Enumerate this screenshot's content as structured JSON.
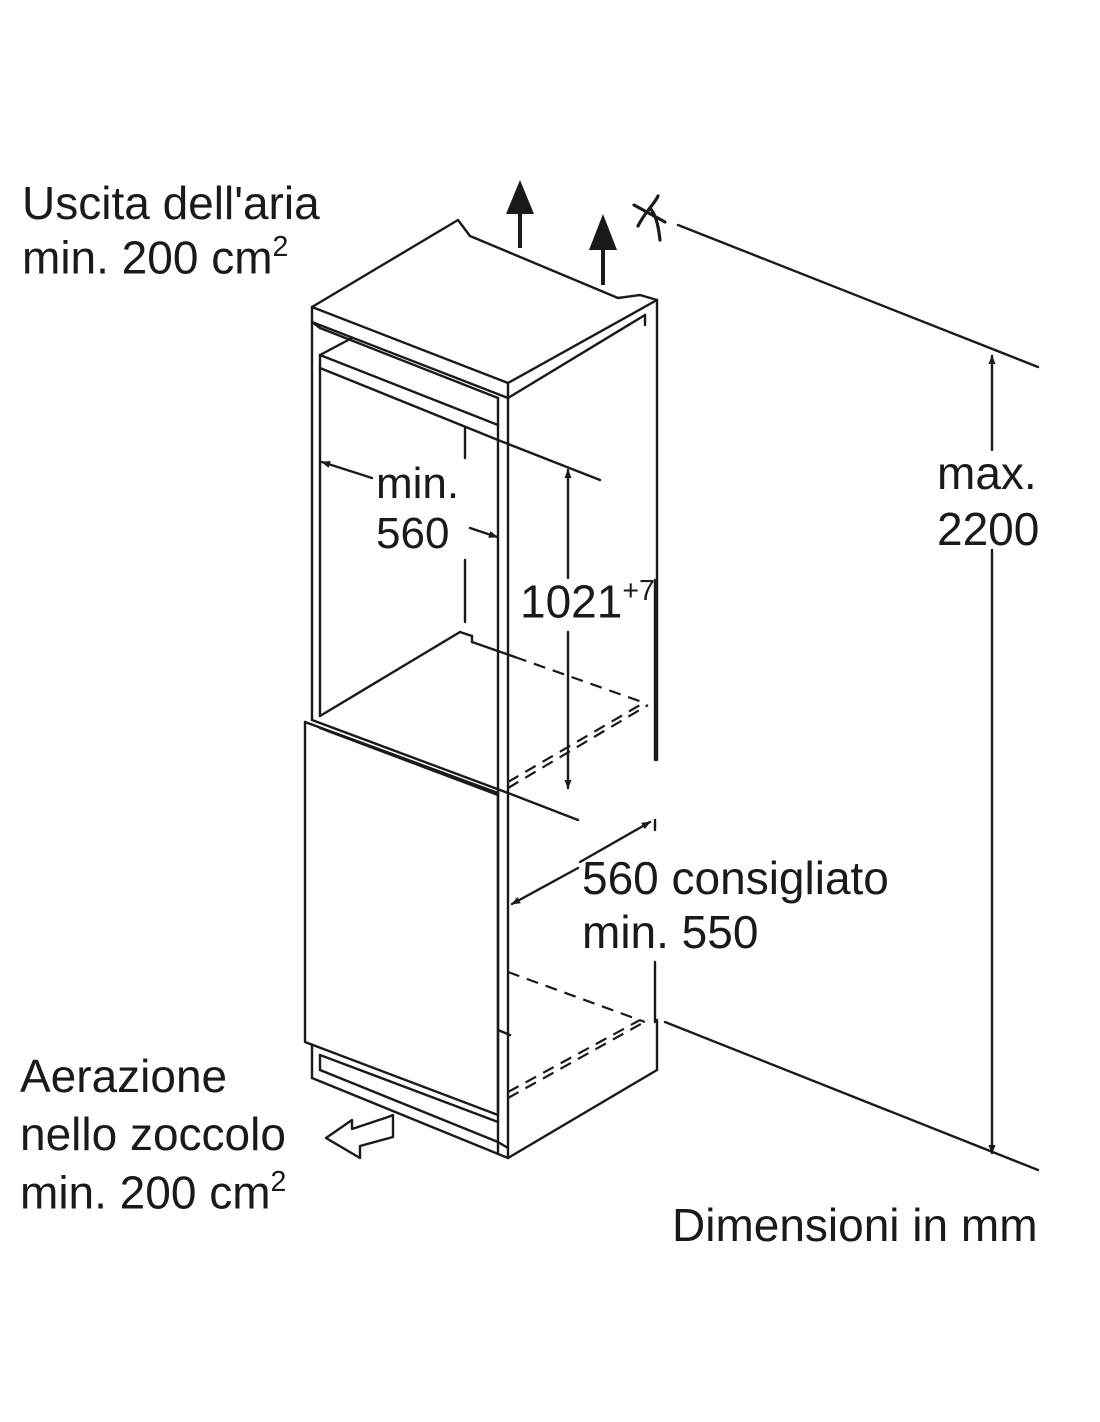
{
  "labels": {
    "air_outlet": {
      "line1": "Uscita dell'aria",
      "line2_value": "min. 200 cm",
      "line2_sup": "2"
    },
    "plinth_ventilation": {
      "line1": "Aerazione",
      "line2": "nello zoccolo",
      "line3_value": "min. 200 cm",
      "line3_sup": "2"
    },
    "niche_width": {
      "line1": "min.",
      "line2": "560"
    },
    "niche_height": {
      "value": "1021",
      "tolerance": "+7"
    },
    "max_height": {
      "line1": "max.",
      "line2": "2200"
    },
    "depth": {
      "line1": "560 consigliato",
      "line2": "min. 550"
    },
    "units": "Dimensioni in mm"
  },
  "colors": {
    "line": "#1a1a1a",
    "background": "#ffffff"
  },
  "icons": [
    "air-outlet-arrow-icon",
    "air-outlet-arrow-icon",
    "ventilation-icon",
    "plinth-airflow-arrow-icon"
  ]
}
